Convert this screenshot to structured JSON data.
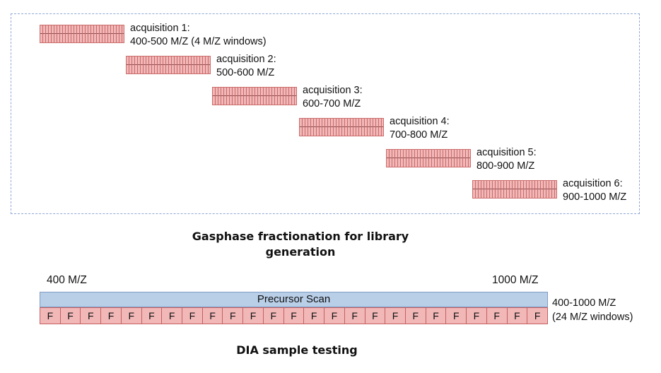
{
  "gas_phase": {
    "acquisitions": [
      {
        "name": "acquisition 1:",
        "range": "400-500 M/Z (4 M/Z windows)"
      },
      {
        "name": "acquisition 2:",
        "range": "500-600 M/Z"
      },
      {
        "name": "acquisition 3:",
        "range": "600-700 M/Z"
      },
      {
        "name": "acquisition 4:",
        "range": "700-800 M/Z"
      },
      {
        "name": "acquisition 5:",
        "range": "800-900 M/Z"
      },
      {
        "name": "acquisition 6:",
        "range": "900-1000 M/Z"
      }
    ],
    "caption_line1": "Gasphase fractionation for library",
    "caption_line2": "generation"
  },
  "dia": {
    "axis_start": "400 M/Z",
    "axis_end": "1000 M/Z",
    "precursor_label": "Precursor Scan",
    "fragment_label": "F",
    "fragment_count": 25,
    "range_label": "400-1000 M/Z",
    "window_label": "(24 M/Z windows)",
    "caption": "DIA sample testing"
  },
  "colors": {
    "strip_fill": "#f2b8b8",
    "strip_border": "#cc6b6b",
    "precursor_fill": "#b9cfe8",
    "frame_border": "#8fa8d6"
  }
}
